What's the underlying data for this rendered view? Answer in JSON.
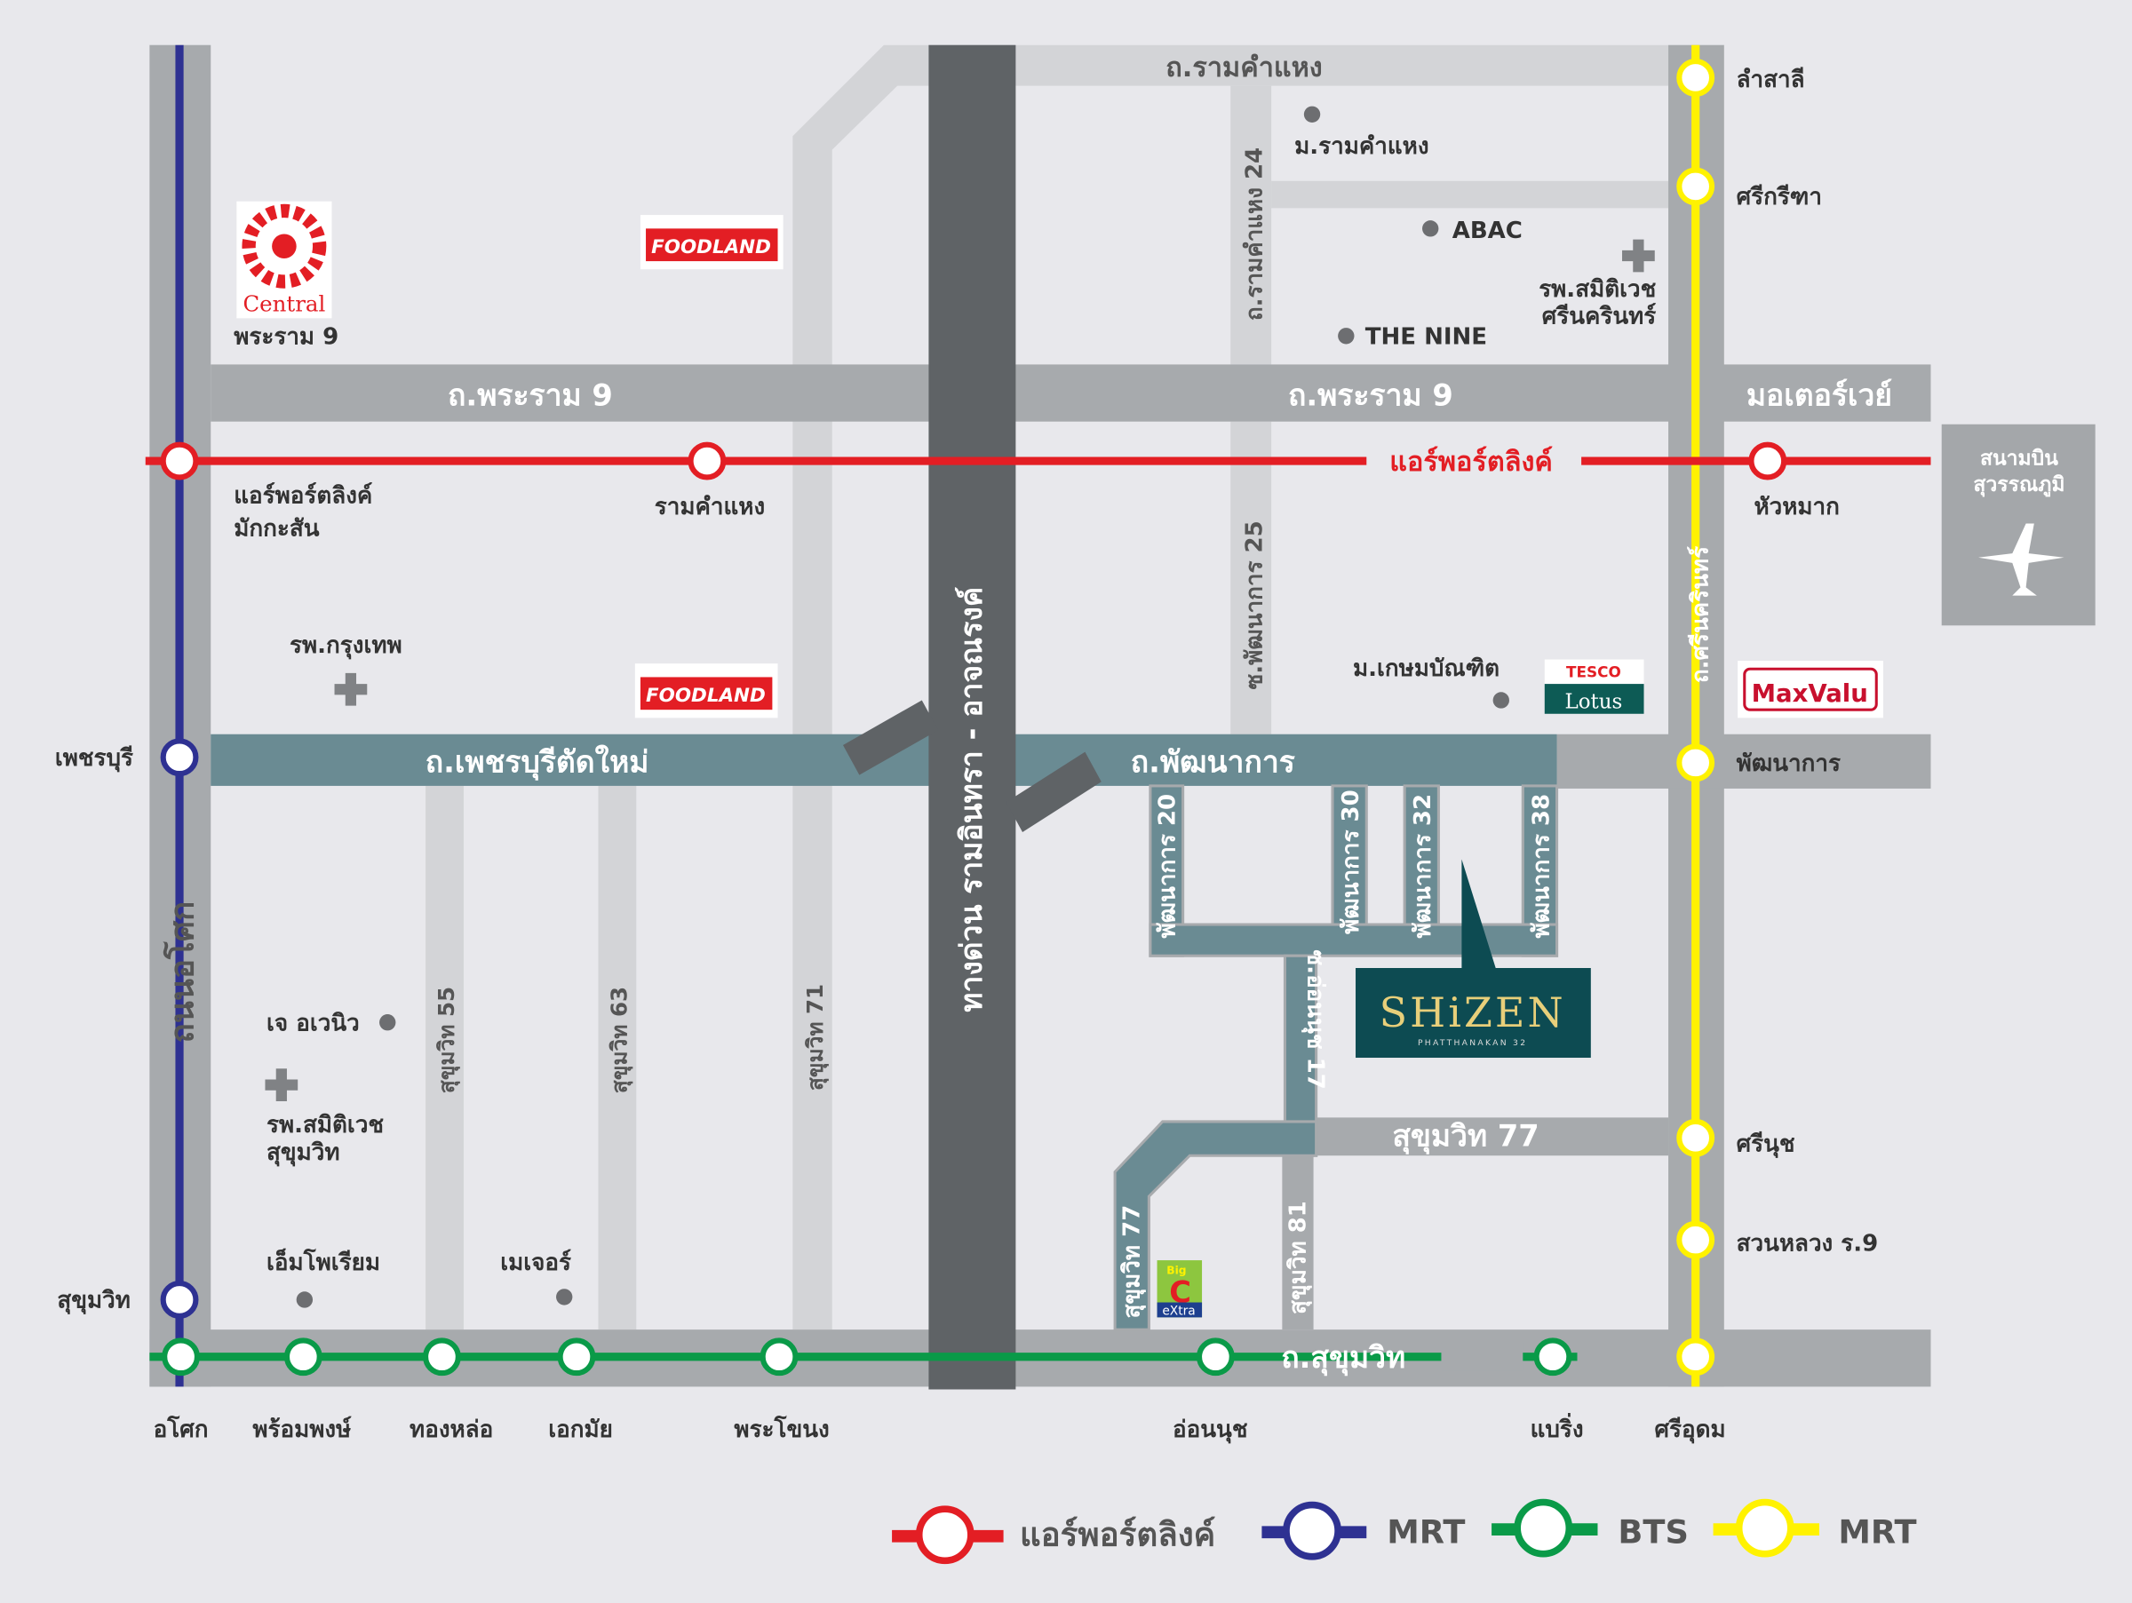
{
  "colors": {
    "airport_link": "#e31e24",
    "mrt_blue": "#2e3192",
    "bts": "#0a9a48",
    "mrt_yellow": "#fff200",
    "road": "#a7aaad",
    "light_road": "#d3d4d7",
    "soi": "#6a8b93",
    "expressway": "#5f6366",
    "shizen": "#0d4b52"
  },
  "roads": {
    "ramkhamhaeng": "ถ.รามคำแหง",
    "rama9_left": "ถ.พระราม 9",
    "rama9_right": "ถ.พระราม 9",
    "motorway": "มอเตอร์เวย์",
    "airport_link_label": "แอร์พอร์ตลิงค์",
    "phetchaburi": "ถ.เพชรบุรีตัดใหม่",
    "phatthanakan": "ถ.พัฒนาการ",
    "sukhumvit": "ถ.สุขุมวิท",
    "asok": "ถนนอโศก",
    "srinakarin": "ถ.ศรีนครินทร์",
    "expressway": "ทางด่วน รามอินทรา - อาจณรงค์",
    "ramkhamhaeng24": "ถ.รามคำแหง 24",
    "phatthanakan25": "ซ.พัฒนาการ 25",
    "sukhumvit55": "สุขุมวิท 55",
    "sukhumvit63": "สุขุมวิท 63",
    "sukhumvit71": "สุขุมวิท 71",
    "phatthanakan20": "พัฒนาการ 20",
    "phatthanakan30": "พัฒนาการ 30",
    "phatthanakan32": "พัฒนาการ 32",
    "phatthanakan38": "พัฒนาการ 38",
    "onnut17": "ซ.อ่อนนุช 17",
    "sukhumvit77_h": "สุขุมวิท 77",
    "sukhumvit77_v": "สุขุมวิท 77",
    "sukhumvit81": "สุขุมวิท 81"
  },
  "stations": {
    "makkasan": [
      "แอร์พอร์ตลิงค์",
      "มักกะสัน"
    ],
    "ramkhamhaeng": "รามคำแหง",
    "hua_mak": "หัวหมาก",
    "phetchaburi": "เพชรบุรี",
    "sukhumvit_mrt": "สุขุมวิท",
    "lam_sali": "ลำสาลี",
    "si_kritha": "ศรีกรีฑา",
    "phatthanakan": "พัฒนาการ",
    "si_nut": "ศรีนุช",
    "suan_luang": "สวนหลวง ร.9",
    "si_udom": "ศรีอุดม",
    "asok": "อโศก",
    "phrom_phong": "พร้อมพงษ์",
    "thong_lo": "ทองหล่อ",
    "ekkamai": "เอกมัย",
    "phra_khanong": "พระโขนง",
    "on_nut": "อ่อนนุช",
    "bearing": "แบริ่ง"
  },
  "places": {
    "central_rama9": "พระราม 9",
    "ram_univ": "ม.รามคำแหง",
    "abac": "ABAC",
    "the_nine": "THE NINE",
    "samitivej_srinakarin": [
      "รพ.สมิติเวช",
      "ศรีนครินทร์"
    ],
    "bangkok_hospital": "รพ.กรุงเทพ",
    "kasem_bundit": "ม.เกษมบัณฑิต",
    "j_avenue": "เจ อเวนิว",
    "samitivej_sukhumvit": [
      "รพ.สมิติเวช",
      "สุขุมวิท"
    ],
    "emporium": "เอ็มโพเรียม",
    "major": "เมเจอร์",
    "airport": [
      "สนามบิน",
      "สุวรรณภูมิ"
    ]
  },
  "logos": {
    "central": "Central",
    "foodland": "FOODLAND",
    "tesco_top": "TESCO",
    "tesco_bottom": "Lotus",
    "maxvalu": "MaxValu",
    "bigc_top": "Big",
    "bigc_mid": "C",
    "bigc_bottom": "eXtra"
  },
  "project": {
    "name": "SHiZEN",
    "subtitle": "PHATTHANAKAN 32"
  },
  "legend": [
    {
      "label": "แอร์พอร์ตลิงค์"
    },
    {
      "label": "MRT"
    },
    {
      "label": "BTS"
    },
    {
      "label": "MRT"
    }
  ]
}
